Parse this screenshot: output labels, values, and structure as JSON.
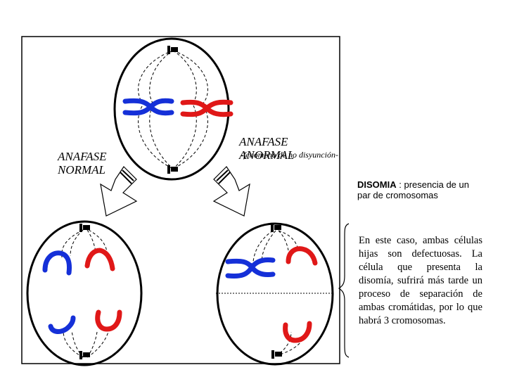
{
  "labels": {
    "normal_line1": "ANAFASE",
    "normal_line2": "NORMAL",
    "anormal_title": "ANAFASE ANORMAL",
    "anormal_sub": "-fenómeno de no disyunción-"
  },
  "disomia": {
    "term": "DISOMIA",
    "definition": " : presencia de un par de cromosomas"
  },
  "explanation": "En este caso, ambas células hijas son defectuosas. La célula que presenta la disomía, sufrirá más tarde un proceso de separación de ambas cromátidas, por lo que habrá 3 cromosomas.",
  "colors": {
    "blue": "#1530d8",
    "red": "#e01818",
    "outline": "#000000"
  }
}
